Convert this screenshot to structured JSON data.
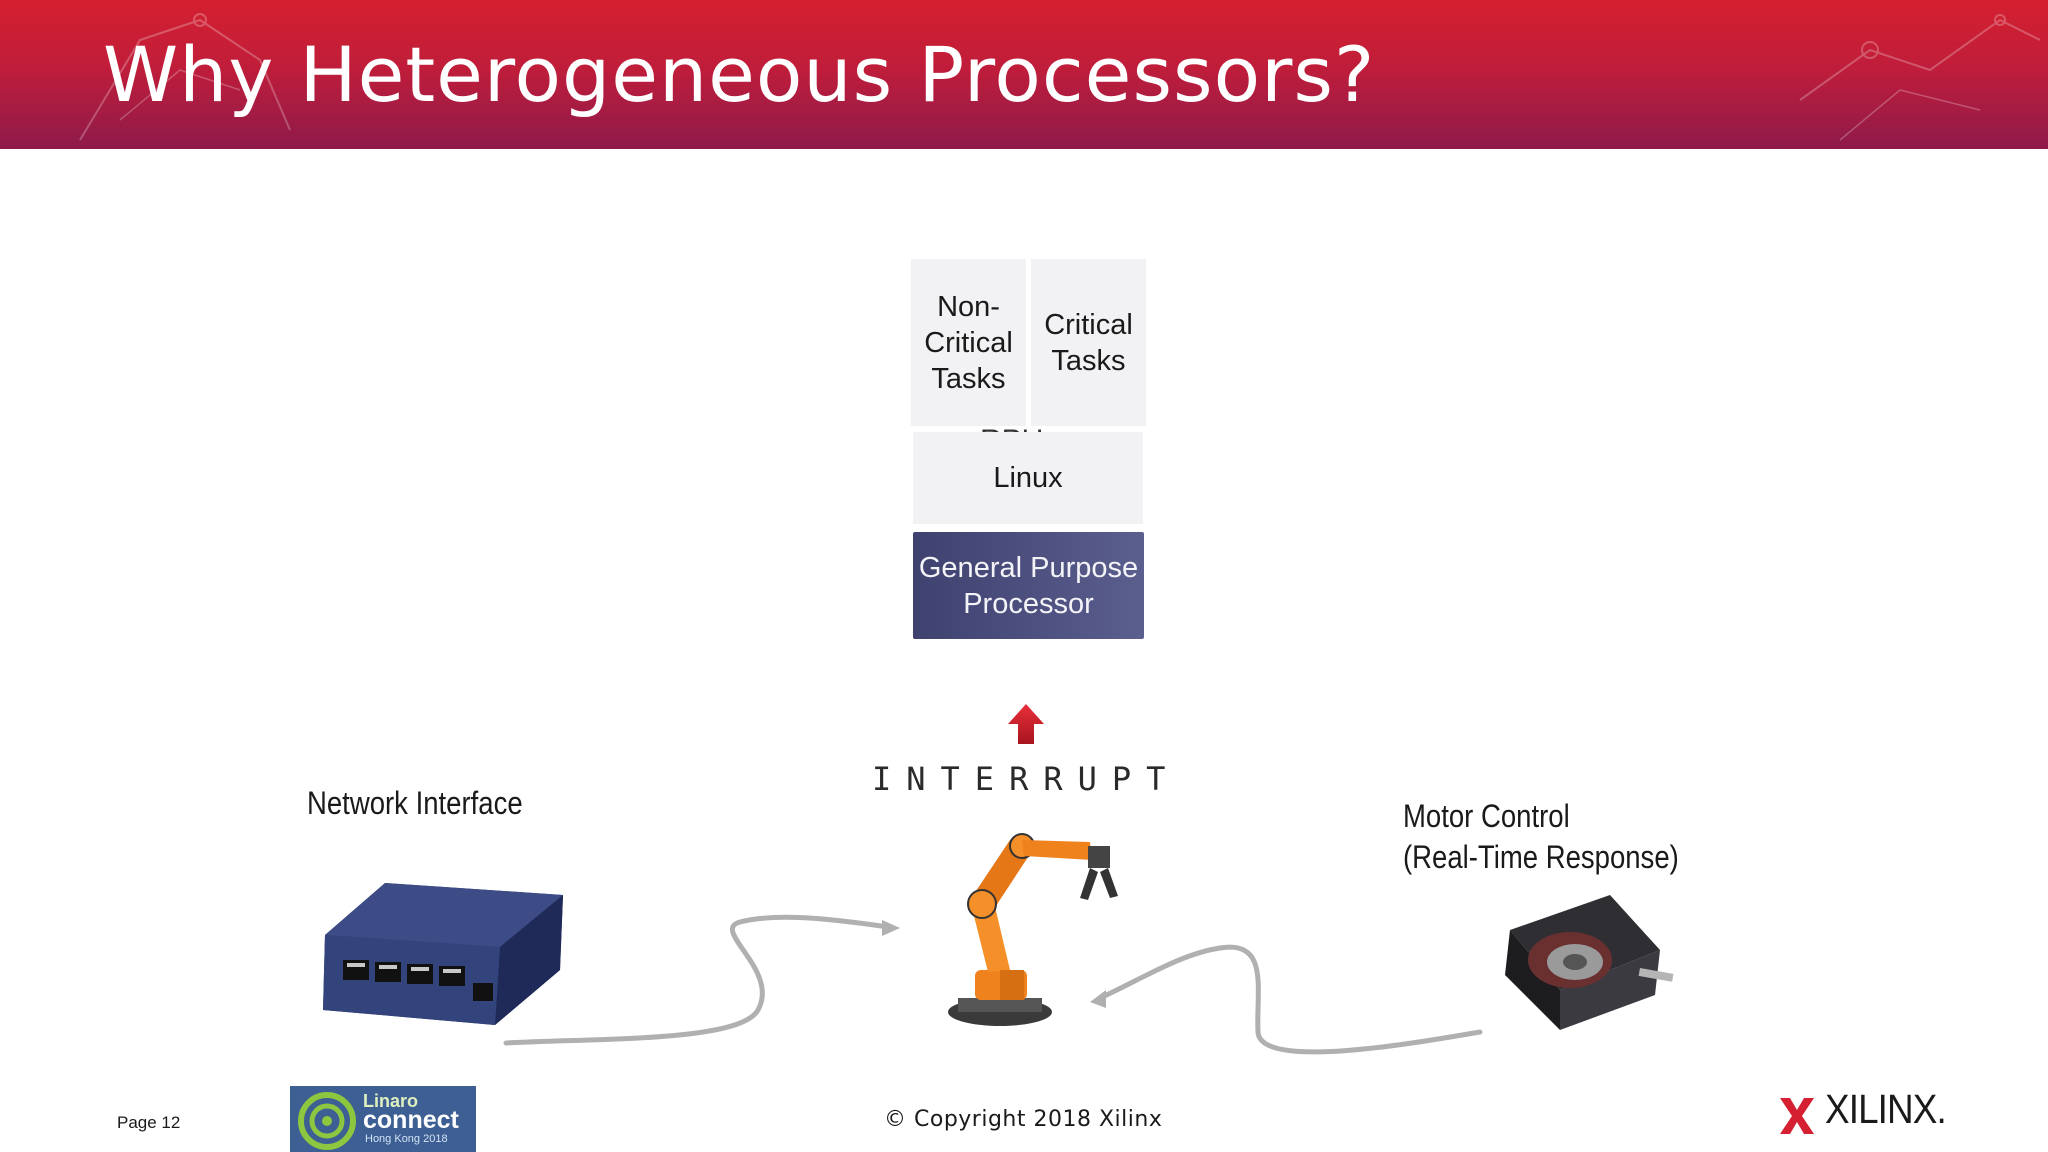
{
  "slide": {
    "title": "Why Heterogeneous Processors?",
    "page_label": "Page 12",
    "copyright": "© Copyright 2018 Xilinx"
  },
  "stack": {
    "non_critical_tasks": "Non-\nCritical\nTasks",
    "critical_tasks": "Critical\nTasks",
    "os": "Linux",
    "processor": "General Purpose\nProcessor",
    "hidden_label": "RPU"
  },
  "interrupt_label": "INTERRUPT",
  "devices": {
    "network": "Network Interface",
    "motor_line1": "Motor Control",
    "motor_line2": "(Real-Time  Response)"
  },
  "logos": {
    "linaro_line1": "Linaro",
    "linaro_line2": "connect",
    "linaro_line3": "Hong Kong 2018",
    "xilinx": "XILINX."
  },
  "colors": {
    "banner_red": "#d42030",
    "banner_dark": "#8e1a4a",
    "processor_box": "#4a4d7c",
    "arrow_red": "#d42030",
    "robot_orange": "#f0821e",
    "linaro_blue": "#3d5f93",
    "linaro_green": "#8dc63f",
    "xilinx_red": "#d42030"
  }
}
